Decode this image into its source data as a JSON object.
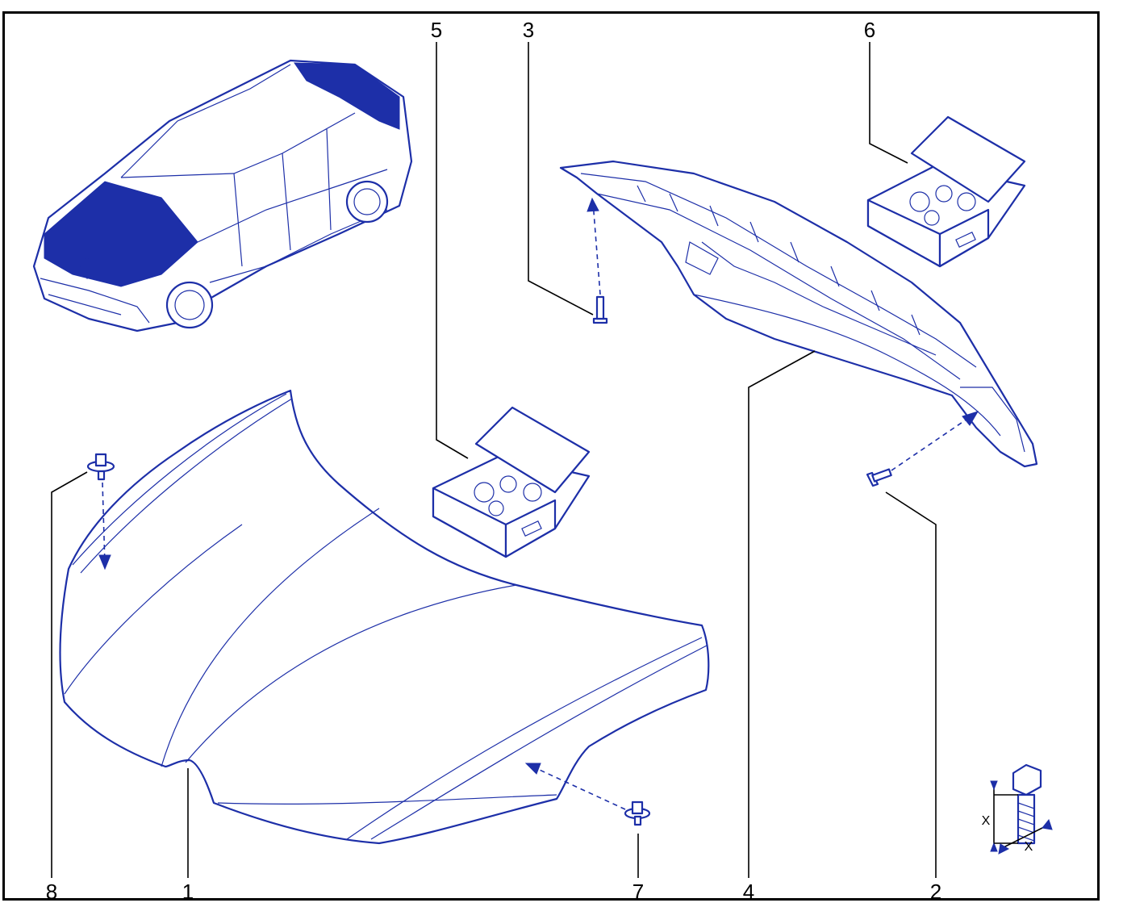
{
  "callouts": [
    {
      "id": "1",
      "text": "1"
    },
    {
      "id": "2",
      "text": "2"
    },
    {
      "id": "3",
      "text": "3"
    },
    {
      "id": "4",
      "text": "4"
    },
    {
      "id": "5",
      "text": "5"
    },
    {
      "id": "6",
      "text": "6"
    },
    {
      "id": "7",
      "text": "7"
    },
    {
      "id": "8",
      "text": "8"
    }
  ],
  "torque_symbol": {
    "x_label": "X",
    "y_label": "X"
  },
  "colors": {
    "line_art": "#1d2fa8",
    "highlight": "#1d2fa8",
    "frame": "#000000",
    "background": "#ffffff"
  }
}
